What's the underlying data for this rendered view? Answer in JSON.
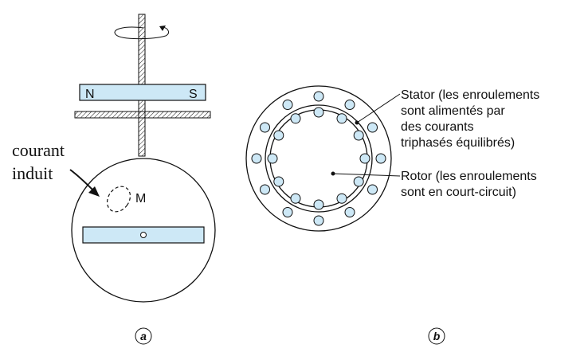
{
  "figure_a": {
    "magnet_north": "N",
    "magnet_south": "S",
    "induced_current_label_line1": "courant",
    "induced_current_label_line2": "induit",
    "point_label": "M",
    "caption": "a"
  },
  "figure_b": {
    "stator_label_line1": "Stator (les enroulements",
    "stator_label_line2": "sont alimentés par",
    "stator_label_line3": "des courants",
    "stator_label_line4": "triphasés équilibrés)",
    "rotor_label_line1": "Rotor (les enroulements",
    "rotor_label_line2": "sont en court-circuit)",
    "caption": "b"
  },
  "colors": {
    "magnet_fill": "#cde8f6",
    "winding_fill": "#cde8f6",
    "stroke": "#111111",
    "hatch": "#111111"
  }
}
